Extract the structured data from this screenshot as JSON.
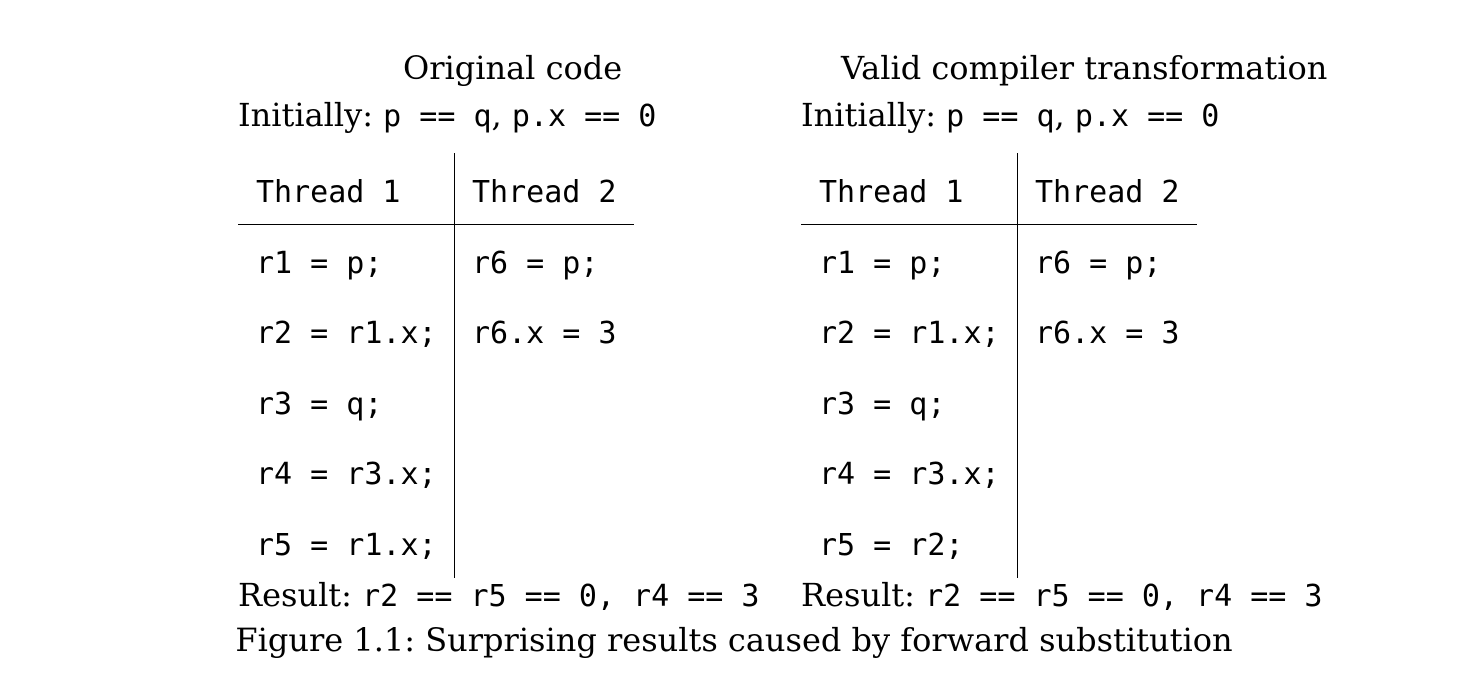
{
  "panels": [
    {
      "title": "Original code",
      "initially_label": "Initially: ",
      "initially_code_1": "p == q",
      "initially_sep": ", ",
      "initially_code_2": "p.x == 0",
      "thread1_header": "Thread 1",
      "thread2_header": "Thread 2",
      "thread1": [
        "r1 = p;",
        "r2 = r1.x;",
        "r3 = q;",
        "r4 = r3.x;",
        "r5 = r1.x;"
      ],
      "thread2": [
        "r6 = p;",
        "r6.x = 3"
      ],
      "result_label": "Result: ",
      "result_code": "r2 == r5 == 0, r4 == 3"
    },
    {
      "title": "Valid compiler transformation",
      "initially_label": "Initially: ",
      "initially_code_1": "p == q",
      "initially_sep": ", ",
      "initially_code_2": "p.x == 0",
      "thread1_header": "Thread 1",
      "thread2_header": "Thread 2",
      "thread1": [
        "r1 = p;",
        "r2 = r1.x;",
        "r3 = q;",
        "r4 = r3.x;",
        "r5 = r2;"
      ],
      "thread2": [
        "r6 = p;",
        "r6.x = 3"
      ],
      "result_label": "Result: ",
      "result_code": "r2 == r5 == 0, r4 == 3"
    }
  ],
  "caption": "Figure 1.1: Surprising results caused by forward substitution"
}
